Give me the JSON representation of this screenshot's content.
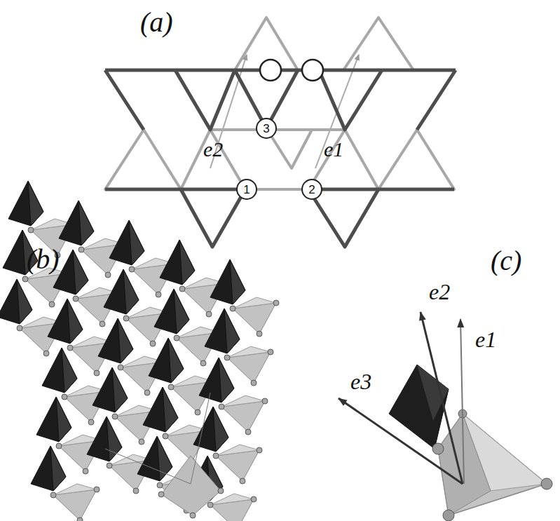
{
  "diagram": {
    "nodes": [
      {
        "text": [
          "3"
        ]
      },
      {
        "text": [
          "1"
        ]
      },
      {
        "text": [
          "2"
        ]
      }
    ],
    "labels": [
      "(a)",
      "e2",
      "e1",
      "(b)",
      "e2",
      "e1",
      "(c)",
      "e3"
    ]
  }
}
